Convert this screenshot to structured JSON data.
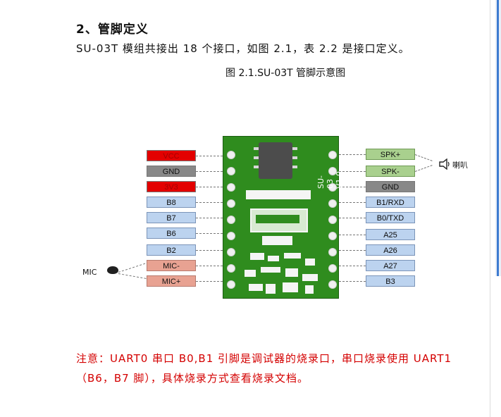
{
  "heading": "2、管脚定义",
  "intro": "SU-03T 模组共接出 18 个接口，如图 2.1，表 2.2 是接口定义。",
  "figure_caption": "图 2.1.SU-03T 管脚示意图",
  "figure": {
    "left_pins": [
      "VCC",
      "GND",
      "3V3",
      "B8",
      "B7",
      "B6",
      "B2",
      "MIC-",
      "MIC+"
    ],
    "right_pins": [
      "SPK+",
      "SPK-",
      "GND",
      "B1/RXD",
      "B0/TXD",
      "A25",
      "A26",
      "A27",
      "B3"
    ],
    "board_label": "SU-03 V1.0",
    "mic_label": "MIC",
    "speaker_label": "喇叭"
  },
  "note": "注意：UART0 串口 B0,B1 引脚是调试器的烧录口，串口烧录使用 UART1（B6，B7 脚），具体烧录方式查看烧录文档。",
  "colors": {
    "note": "#d40000",
    "red_pin": "#e30000",
    "gray_pin": "#888888",
    "blue_pin": "#bcd3ef",
    "salmon_pin": "#e8a292",
    "green_pin": "#a9d08e",
    "pcb": "#2f8c1e"
  },
  "icons": [
    "mic-icon",
    "speaker-icon"
  ]
}
